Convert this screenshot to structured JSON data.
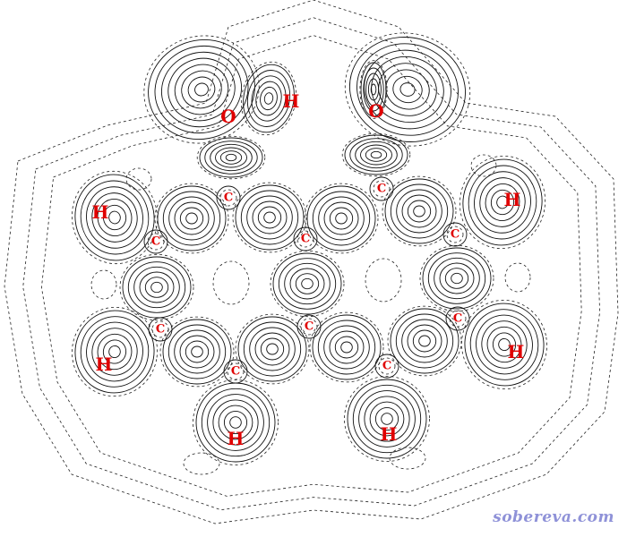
{
  "atoms": {
    "oxygen_1": "O",
    "oxygen_2": "O",
    "hydroxyl_h": "H",
    "h_left_top": "H",
    "h_right_top": "H",
    "h_left_bottom": "H",
    "h_right_bottom": "H",
    "h_bottom_left": "H",
    "h_bottom_right": "H",
    "carbon": "C"
  },
  "watermark": "sobereva.com",
  "colors": {
    "atom_label": "#e00000",
    "contour": "#111111",
    "watermark": "#8f92d8"
  }
}
